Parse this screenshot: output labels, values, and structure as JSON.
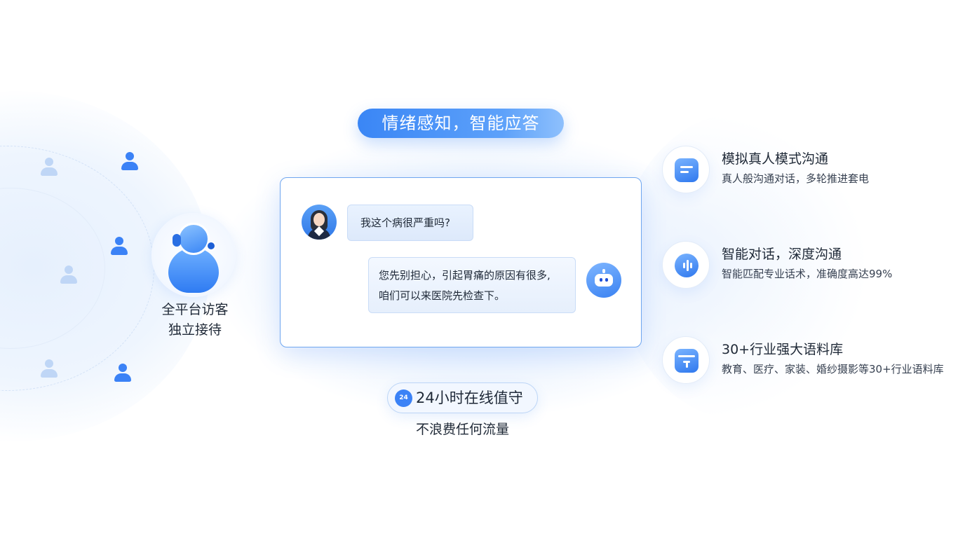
{
  "header": {
    "title": "情绪感知，智能应答"
  },
  "agent": {
    "label_line1": "全平台访客",
    "label_line2": "独立接待"
  },
  "chat": {
    "user_message": "我这个病很严重吗?",
    "bot_message_line1": "您先别担心，引起胃痛的原因有很多,",
    "bot_message_line2": "咱们可以来医院先检查下。"
  },
  "online": {
    "badge_text": "24",
    "label": "24小时在线值守",
    "sub": "不浪费任何流量"
  },
  "features": [
    {
      "title": "模拟真人模式沟通",
      "desc": "真人般沟通对话，多轮推进套电",
      "icon": "message-lines-icon"
    },
    {
      "title": "智能对话，深度沟通",
      "desc": "智能匹配专业话术，准确度高达99%",
      "icon": "voice-wave-icon"
    },
    {
      "title": "30+行业强大语料库",
      "desc": "教育、医疗、家装、婚纱摄影等30+行业语料库",
      "icon": "text-box-icon"
    }
  ],
  "colors": {
    "accent": "#3b82f6",
    "accent_light": "#bfd6f6",
    "card_border": "#6fa6ef"
  }
}
